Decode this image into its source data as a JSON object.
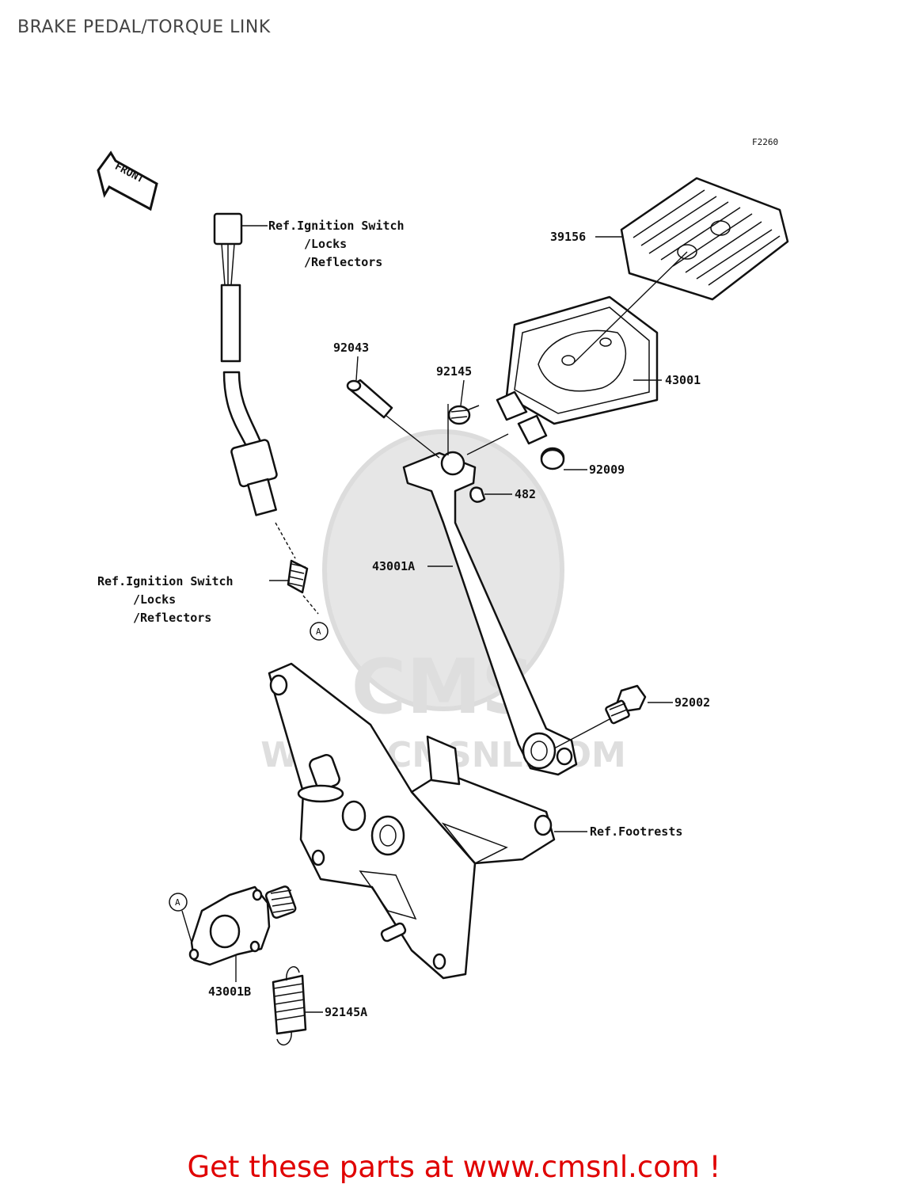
{
  "title": "BRAKE PEDAL/TORQUE LINK",
  "figure_code": "F2260",
  "front_label": "FRONT",
  "watermark": {
    "brand": "CMS",
    "url": "WWW.CMSNL.COM"
  },
  "callouts": {
    "ref_ignition_top": [
      "Ref.Ignition Switch",
      "/Locks",
      "/Reflectors"
    ],
    "ref_ignition_left": [
      "Ref.Ignition Switch",
      "/Locks",
      "/Reflectors"
    ],
    "p39156": "39156",
    "p92043": "92043",
    "p92145": "92145",
    "p43001": "43001",
    "p92009": "92009",
    "p482": "482",
    "p43001A": "43001A",
    "p92002": "92002",
    "ref_footrests": "Ref.Footrests",
    "p43001B": "43001B",
    "p92145A": "92145A",
    "marker_a": "A"
  },
  "footer_text": "Get these parts at www.cmsnl.com !"
}
